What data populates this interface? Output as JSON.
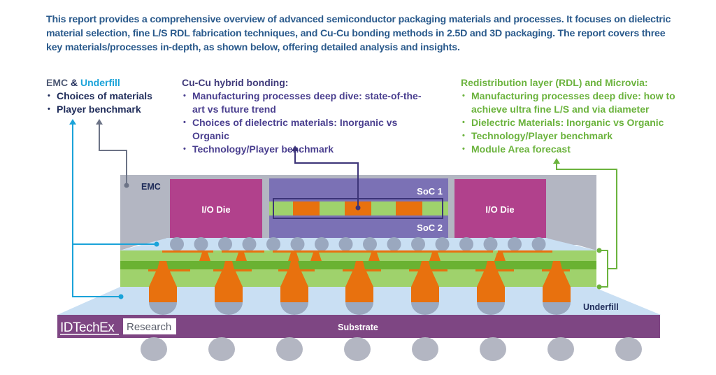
{
  "intro": "This report provides a comprehensive overview of advanced semiconductor packaging materials and processes. It focuses on dielectric material selection, fine L/S RDL fabrication techniques, and Cu-Cu bonding methods in 2.5D and 3D packaging. The report covers three key materials/processes in-depth, as shown below, offering detailed analysis and insights.",
  "emc_block": {
    "head_emc": "EMC",
    "head_amp": " & ",
    "head_underfill": "Underfill",
    "items": [
      "Choices of materials",
      "Player benchmark"
    ]
  },
  "cu_block": {
    "head": "Cu-Cu hybrid bonding:",
    "items": [
      "Manufacturing processes deep dive: state-of-the-art vs future trend",
      "Choices of dielectric materials: Inorganic vs Organic",
      "Technology/Player benchmark"
    ]
  },
  "rdl_block": {
    "head": "Redistribution layer (RDL) and Microvia:",
    "items": [
      "Manufacturing processes deep dive: how to achieve ultra fine L/S and via diameter",
      "Dielectric Materials: Inorganic vs Organic",
      "Technology/Player benchmark",
      "Module Area forecast"
    ]
  },
  "diagram": {
    "emc_label": "EMC",
    "io_die_left": "I/O Die",
    "io_die_right": "I/O Die",
    "soc1": "SoC 1",
    "soc2": "SoC 2",
    "underfill_label": "Underfill",
    "substrate_label": "Substrate",
    "logo_brand": "IDTechEx",
    "logo_tag": "Research"
  },
  "colors": {
    "intro_text": "#2a5a8c",
    "emc_gray": "#b3b6c2",
    "io_die": "#b1418c",
    "soc": "#7b71b5",
    "rdl_light_green": "#9fd26c",
    "rdl_dark_green": "#6ab232",
    "copper": "#e8710e",
    "underfill": "#c9dff3",
    "bump": "#9aa8bf",
    "substrate": "#7e4683",
    "emc_arrow": "#6c7386",
    "underfill_arrow": "#1aa3d9",
    "cu_arrow": "#403a7a",
    "rdl_arrow": "#6bb33d"
  }
}
